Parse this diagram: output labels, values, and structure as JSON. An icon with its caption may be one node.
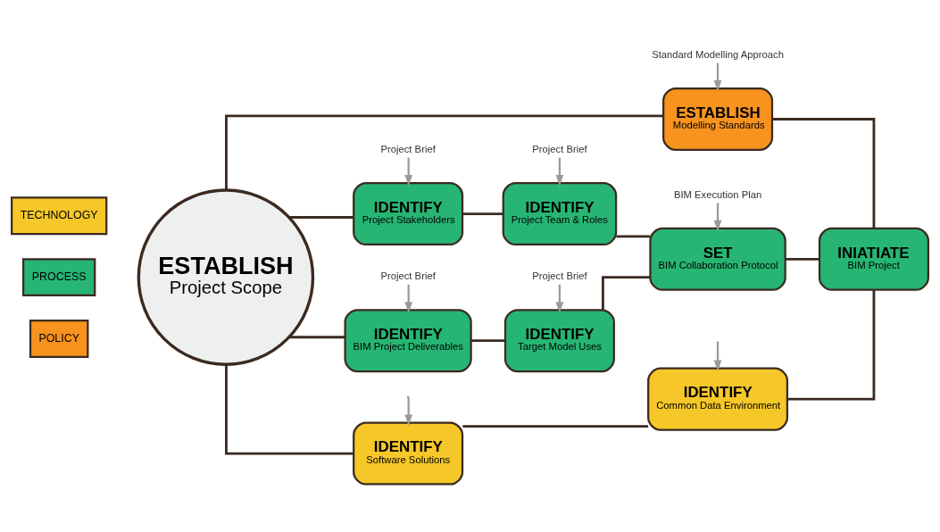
{
  "diagram": {
    "nodes": [
      {
        "text": [
          "TECHNOLOGY"
        ]
      },
      {
        "text": [
          "PROCESS"
        ]
      },
      {
        "text": [
          "POLICY"
        ]
      },
      {
        "text": [
          "ESTABLISH",
          "Project Scope"
        ]
      },
      {
        "text": [
          "IDENTIFY",
          "Software Solutions"
        ]
      },
      {
        "text": [
          "IDENTIFY",
          "Common Data Environment"
        ]
      },
      {
        "text": [
          "IDENTIFY",
          "Project Stakeholders"
        ]
      },
      {
        "text": [
          "IDENTIFY",
          "Project Team & Roles"
        ]
      },
      {
        "text": [
          "IDENTIFY",
          "BIM Project Deliverables"
        ]
      },
      {
        "text": [
          "IDENTIFY",
          "Target Model Uses"
        ]
      },
      {
        "text": [
          "SET",
          "BIM Collaboration Protocol"
        ]
      },
      {
        "text": [
          "INIATIATE",
          "BIM Project"
        ]
      },
      {
        "text": [
          "ESTABLISH",
          "Modelling Standards"
        ]
      },
      {
        "text": [
          "Project Brief"
        ]
      },
      {
        "text": [
          "Project Brief"
        ]
      },
      {
        "text": [
          "Project Brief"
        ]
      },
      {
        "text": [
          "Project Brief"
        ]
      },
      {
        "text": [
          "BIM Execution Plan"
        ]
      },
      {
        "text": [
          "Standard Modelling Approach"
        ]
      }
    ],
    "edges": [
      {
        "from": 3,
        "to": 4,
        "arrow": "none"
      },
      {
        "from": 4,
        "to": 5,
        "arrow": "none"
      },
      {
        "from": 5,
        "to": 11,
        "arrow": "none"
      },
      {
        "from": 3,
        "to": 6,
        "arrow": "none"
      },
      {
        "from": 6,
        "to": 7,
        "arrow": "none"
      },
      {
        "from": 7,
        "to": 10,
        "arrow": "none"
      },
      {
        "from": 3,
        "to": 8,
        "arrow": "none"
      },
      {
        "from": 8,
        "to": 9,
        "arrow": "none"
      },
      {
        "from": 9,
        "to": 10,
        "arrow": "none"
      },
      {
        "from": 10,
        "to": 11,
        "arrow": "none"
      },
      {
        "from": 3,
        "to": 12,
        "arrow": "none"
      },
      {
        "from": 12,
        "to": 11,
        "arrow": "none"
      },
      {
        "from": null,
        "to": 4,
        "arrow": "to",
        "color": "#9a9a9a"
      },
      {
        "from": null,
        "to": 5,
        "arrow": "to",
        "color": "#9a9a9a"
      },
      {
        "from": 13,
        "to": 6,
        "arrow": "to",
        "color": "#9a9a9a"
      },
      {
        "from": 14,
        "to": 7,
        "arrow": "to",
        "color": "#9a9a9a"
      },
      {
        "from": 15,
        "to": 8,
        "arrow": "to",
        "color": "#9a9a9a"
      },
      {
        "from": 16,
        "to": 9,
        "arrow": "to",
        "color": "#9a9a9a"
      },
      {
        "from": 17,
        "to": 10,
        "arrow": "to",
        "color": "#9a9a9a"
      },
      {
        "from": 18,
        "to": 12,
        "arrow": "to",
        "color": "#9a9a9a"
      }
    ]
  }
}
